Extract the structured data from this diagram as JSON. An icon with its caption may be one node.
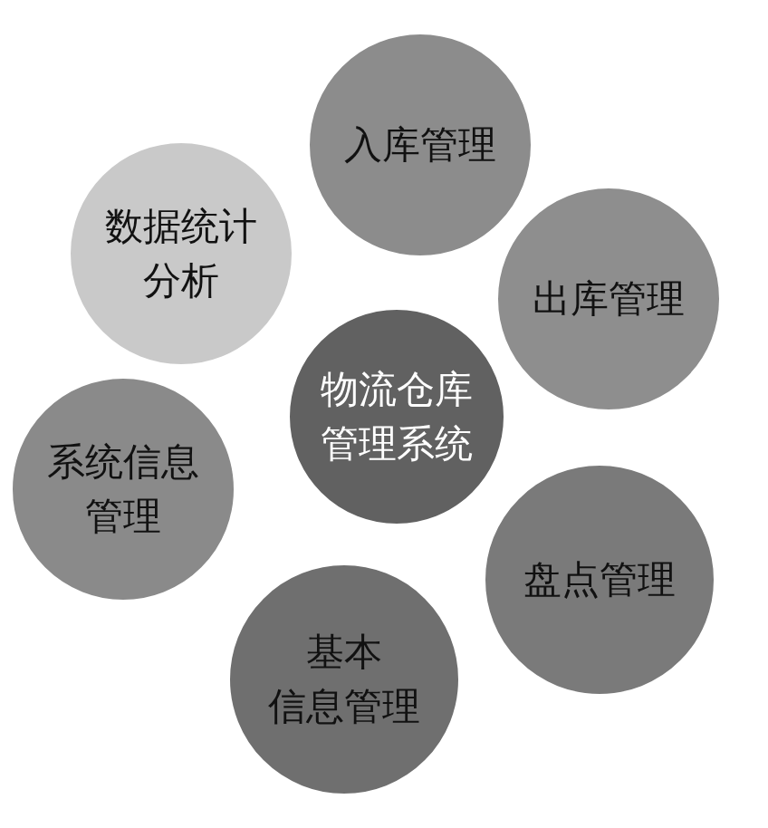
{
  "diagram": {
    "nodes": [
      {
        "text": [
          "物流仓库管理系统"
        ]
      },
      {
        "text": [
          "入库管理"
        ]
      },
      {
        "text": [
          "出库管理"
        ]
      },
      {
        "text": [
          "盘点管理"
        ]
      },
      {
        "text": [
          "基本信息管理"
        ]
      },
      {
        "text": [
          "系统信息管理"
        ]
      },
      {
        "text": [
          "数据统计分析"
        ]
      }
    ]
  }
}
